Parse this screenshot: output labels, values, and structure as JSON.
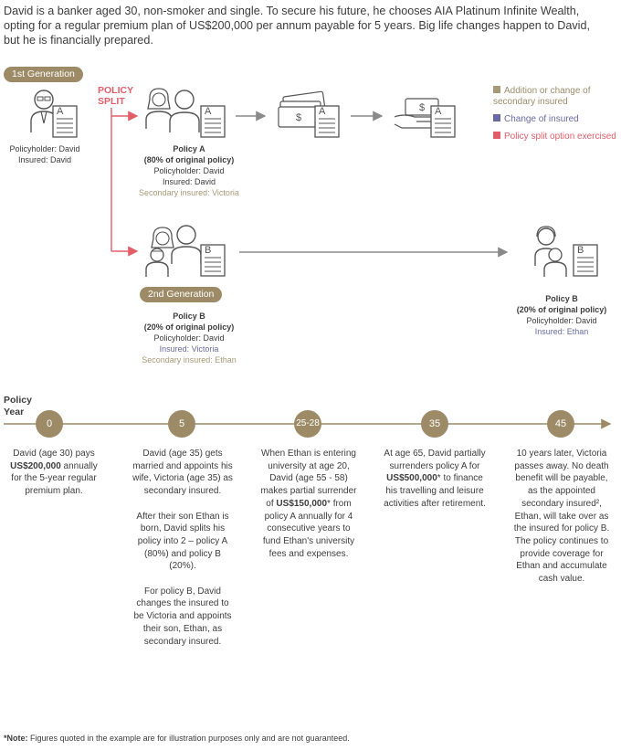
{
  "intro": "David is a banker aged 30, non-smoker and single. To secure his future, he chooses AIA Platinum Infinite Wealth, opting for a regular premium plan of US$200,000 per annum payable for 5 years. Big life changes happen to David, but he is financially prepared.",
  "generation_1": "1st Generation",
  "generation_2": "2nd Generation",
  "policy_split_line1": "POLICY",
  "policy_split_line2": "SPLIT",
  "original": {
    "holder": "Policyholder: David",
    "insured": "Insured: David"
  },
  "policy_a": {
    "title": "Policy A",
    "share": "(80% of original policy)",
    "holder": "Policyholder: David",
    "insured": "Insured: David",
    "secondary": "Secondary insured: Victoria"
  },
  "policy_b": {
    "title": "Policy B",
    "share": "(20% of original policy)",
    "holder": "Policyholder: David",
    "insured": "Insured: Victoria",
    "secondary": "Secondary insured: Ethan"
  },
  "policy_b_final": {
    "title": "Policy B",
    "share": "(20% of original policy)",
    "holder": "Policyholder: David",
    "insured": "Insured: Ethan"
  },
  "doc_letters": {
    "a": "A",
    "b": "B"
  },
  "legend": [
    {
      "label": "Addition or change of secondary insured",
      "color": "#a69a78"
    },
    {
      "label": "Change of insured",
      "color": "#6a6aa6"
    },
    {
      "label": "Policy split option exercised",
      "color": "#e25f6a"
    }
  ],
  "timeline": {
    "axis_label_1": "Policy",
    "axis_label_2": "Year",
    "nodes": [
      "0",
      "5",
      "25-28",
      "35",
      "45"
    ],
    "descriptions": [
      "David (age 30) pays <b>US$200,000</b> annually for the 5-year regular premium plan.",
      "David (age 35) gets married and appoints his wife, Victoria (age 35) as secondary insured.<br><br>After their son Ethan is born, David splits his policy into 2 – policy A (80%) and policy B (20%).<br><br>For policy B, David changes the insured to be Victoria and appoints their son, Ethan, as secondary insured.",
      "When Ethan is entering university at age 20, David (age 55 - 58) makes partial surrender of <b>US$150,000</b>* from policy A annually for 4 consecutive years to fund Ethan's university fees and expenses.",
      "At age 65, David partially surrenders policy A for <b>US$500,000</b>* to finance his travelling and leisure activities after retirement.",
      "10 years later, Victoria passes away. No death benefit will be payable, as the appointed secondary insured², Ethan, will take over as the insured for policy B. The policy continues to provide coverage for Ethan and accumulate cash value."
    ]
  },
  "note_label": "*Note:",
  "note_text": " Figures quoted in the example are for illustration purposes only and are not guaranteed."
}
